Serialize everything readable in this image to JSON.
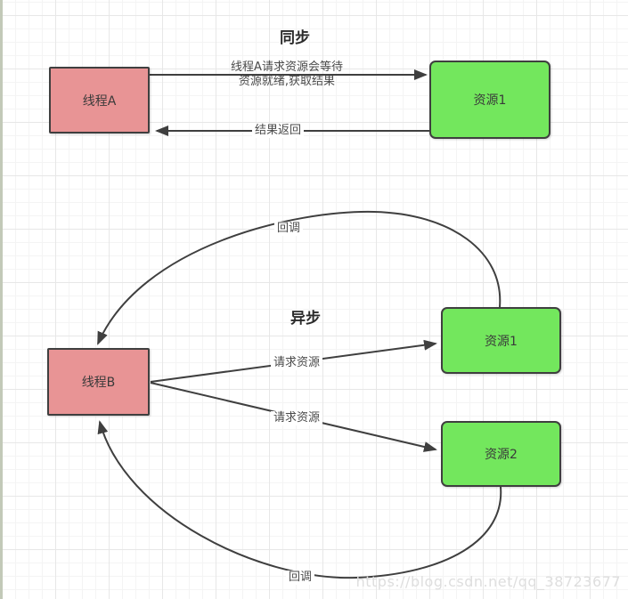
{
  "diagram": {
    "sync": {
      "title": "同步",
      "thread_a_label": "线程A",
      "resource1_label": "资源1",
      "request_label_line1": "线程A请求资源会等待",
      "request_label_line2": "资源就绪,获取结果",
      "return_label": "结果返回"
    },
    "async": {
      "title": "异步",
      "thread_b_label": "线程B",
      "resource1_label": "资源1",
      "resource2_label": "资源2",
      "request_label": "请求资源",
      "callback_label": "回调"
    },
    "watermark": "https://blog.csdn.net/qq_38723677",
    "colors": {
      "thread_fill": "#e89495",
      "resource_fill": "#73e75d",
      "border": "#3f3f3f",
      "arrow": "#3f3f3f",
      "watermark": "#dedede"
    }
  }
}
